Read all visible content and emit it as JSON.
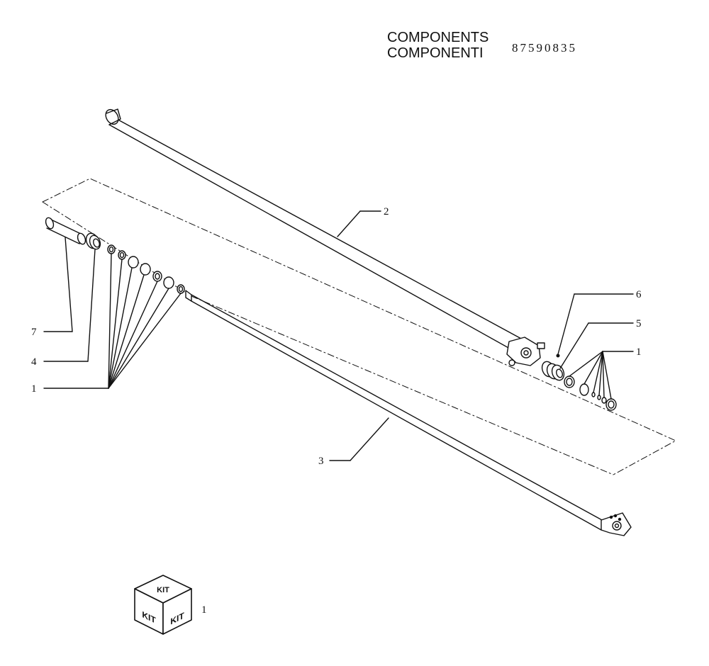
{
  "header": {
    "title_en": "COMPONENTS",
    "title_it": "COMPONENTI",
    "part_code": "87590835"
  },
  "callouts": [
    {
      "id": "c2",
      "label": "2"
    },
    {
      "id": "c6",
      "label": "6"
    },
    {
      "id": "c5",
      "label": "5"
    },
    {
      "id": "c1r",
      "label": "1"
    },
    {
      "id": "c7",
      "label": "7"
    },
    {
      "id": "c4",
      "label": "4"
    },
    {
      "id": "c1l",
      "label": "1"
    },
    {
      "id": "c3",
      "label": "3"
    }
  ],
  "kit": {
    "face_label": "KIT",
    "callout": "1"
  },
  "colors": {
    "line": "#111111",
    "background": "#ffffff"
  }
}
